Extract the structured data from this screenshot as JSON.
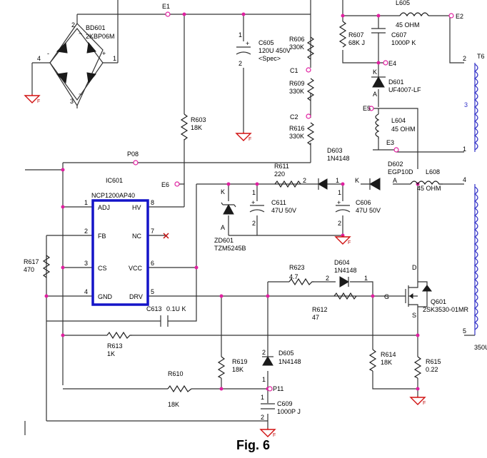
{
  "figure": {
    "caption": "Fig. 6",
    "colors": {
      "wire": "#333333",
      "ic_outline": "#1414c8",
      "junction": "#e020a0",
      "ground": "#d01010",
      "transformer": "#3232c8"
    }
  },
  "testpoints": {
    "e1": "E1",
    "e2": "E2",
    "e3": "E3",
    "e4": "E4",
    "e5": "E5",
    "e6": "E6",
    "p08": "P08",
    "p11": "P11",
    "c1": "C1",
    "c2": "C2"
  },
  "bridge": {
    "ref": "BD601",
    "part": "2KBP06M",
    "pin1": "1",
    "pin2": "2",
    "pin3": "3",
    "pin4": "4",
    "plus": "+",
    "minus": "-",
    "ac1": "~",
    "ac2": "~"
  },
  "c605": {
    "ref": "C605",
    "value": "120U 450V",
    "note": "<Spec>",
    "pin1": "1",
    "pin2": "2",
    "plus": "+"
  },
  "r606": {
    "ref": "R606",
    "value": "330K"
  },
  "r609": {
    "ref": "R609",
    "value": "330K"
  },
  "r616": {
    "ref": "R616",
    "value": "330K"
  },
  "r607": {
    "ref": "R607",
    "value": "68K J"
  },
  "c607": {
    "ref": "C607",
    "value": "1000P K"
  },
  "l605": {
    "ref": "L605",
    "value": "45 OHM"
  },
  "d601": {
    "ref": "D601",
    "part": "UF4007-LF",
    "k": "K",
    "a": "A"
  },
  "l604": {
    "ref": "L604",
    "value": "45 OHM"
  },
  "transformer": {
    "ref": "T6",
    "note": "350U",
    "pin1": "1",
    "pin2": "2",
    "pin3": "3",
    "pin4": "4",
    "pin5": "5"
  },
  "r603": {
    "ref": "R603",
    "value": "18K"
  },
  "d603": {
    "ref": "D603",
    "part": "1N4148"
  },
  "r611": {
    "ref": "R611",
    "value": "220"
  },
  "d602": {
    "ref": "D602",
    "part": "EGP10D"
  },
  "l608": {
    "ref": "L608",
    "value": "45 OHM"
  },
  "diode_pins": {
    "one": "1",
    "two": "2",
    "k": "K",
    "a": "A"
  },
  "ic": {
    "ref": "IC601",
    "part": "NCP1200AP40",
    "pins": [
      {
        "num": "1",
        "name": "ADJ"
      },
      {
        "num": "2",
        "name": "FB"
      },
      {
        "num": "3",
        "name": "CS"
      },
      {
        "num": "4",
        "name": "GND"
      },
      {
        "num": "8",
        "name": "HV"
      },
      {
        "num": "7",
        "name": "NC"
      },
      {
        "num": "6",
        "name": "VCC"
      },
      {
        "num": "5",
        "name": "DRV"
      }
    ]
  },
  "zd601": {
    "ref": "ZD601",
    "part": "TZM5245B",
    "k": "K",
    "a": "A"
  },
  "c611": {
    "ref": "C611",
    "value": "47U 50V",
    "pin1": "1",
    "pin2": "2",
    "plus": "+"
  },
  "c606": {
    "ref": "C606",
    "value": "47U 50V",
    "pin1": "1",
    "pin2": "2",
    "plus": "+"
  },
  "r617": {
    "ref": "R617",
    "value": "470"
  },
  "r623": {
    "ref": "R623",
    "value": "4.7"
  },
  "d604": {
    "ref": "D604",
    "part": "1N4148",
    "pin2": "2",
    "pin1": "1"
  },
  "r612": {
    "ref": "R612",
    "value": "47"
  },
  "q601": {
    "ref": "Q601",
    "part": "2SK3530-01MR",
    "g": "G",
    "d": "D",
    "s": "S"
  },
  "c613": {
    "ref": "C613",
    "value": "0.1U K"
  },
  "r613": {
    "ref": "R613",
    "value": "1K"
  },
  "r619": {
    "ref": "R619",
    "value": "18K"
  },
  "d605": {
    "ref": "D605",
    "part": "1N4148",
    "pin2": "2",
    "pin1": "1"
  },
  "r614": {
    "ref": "R614",
    "value": "18K"
  },
  "r615": {
    "ref": "R615",
    "value": "0.22"
  },
  "r610": {
    "ref": "R610",
    "value": "18K"
  },
  "c609": {
    "ref": "C609",
    "value": "1000P J",
    "pin1": "1",
    "pin2": "2"
  }
}
